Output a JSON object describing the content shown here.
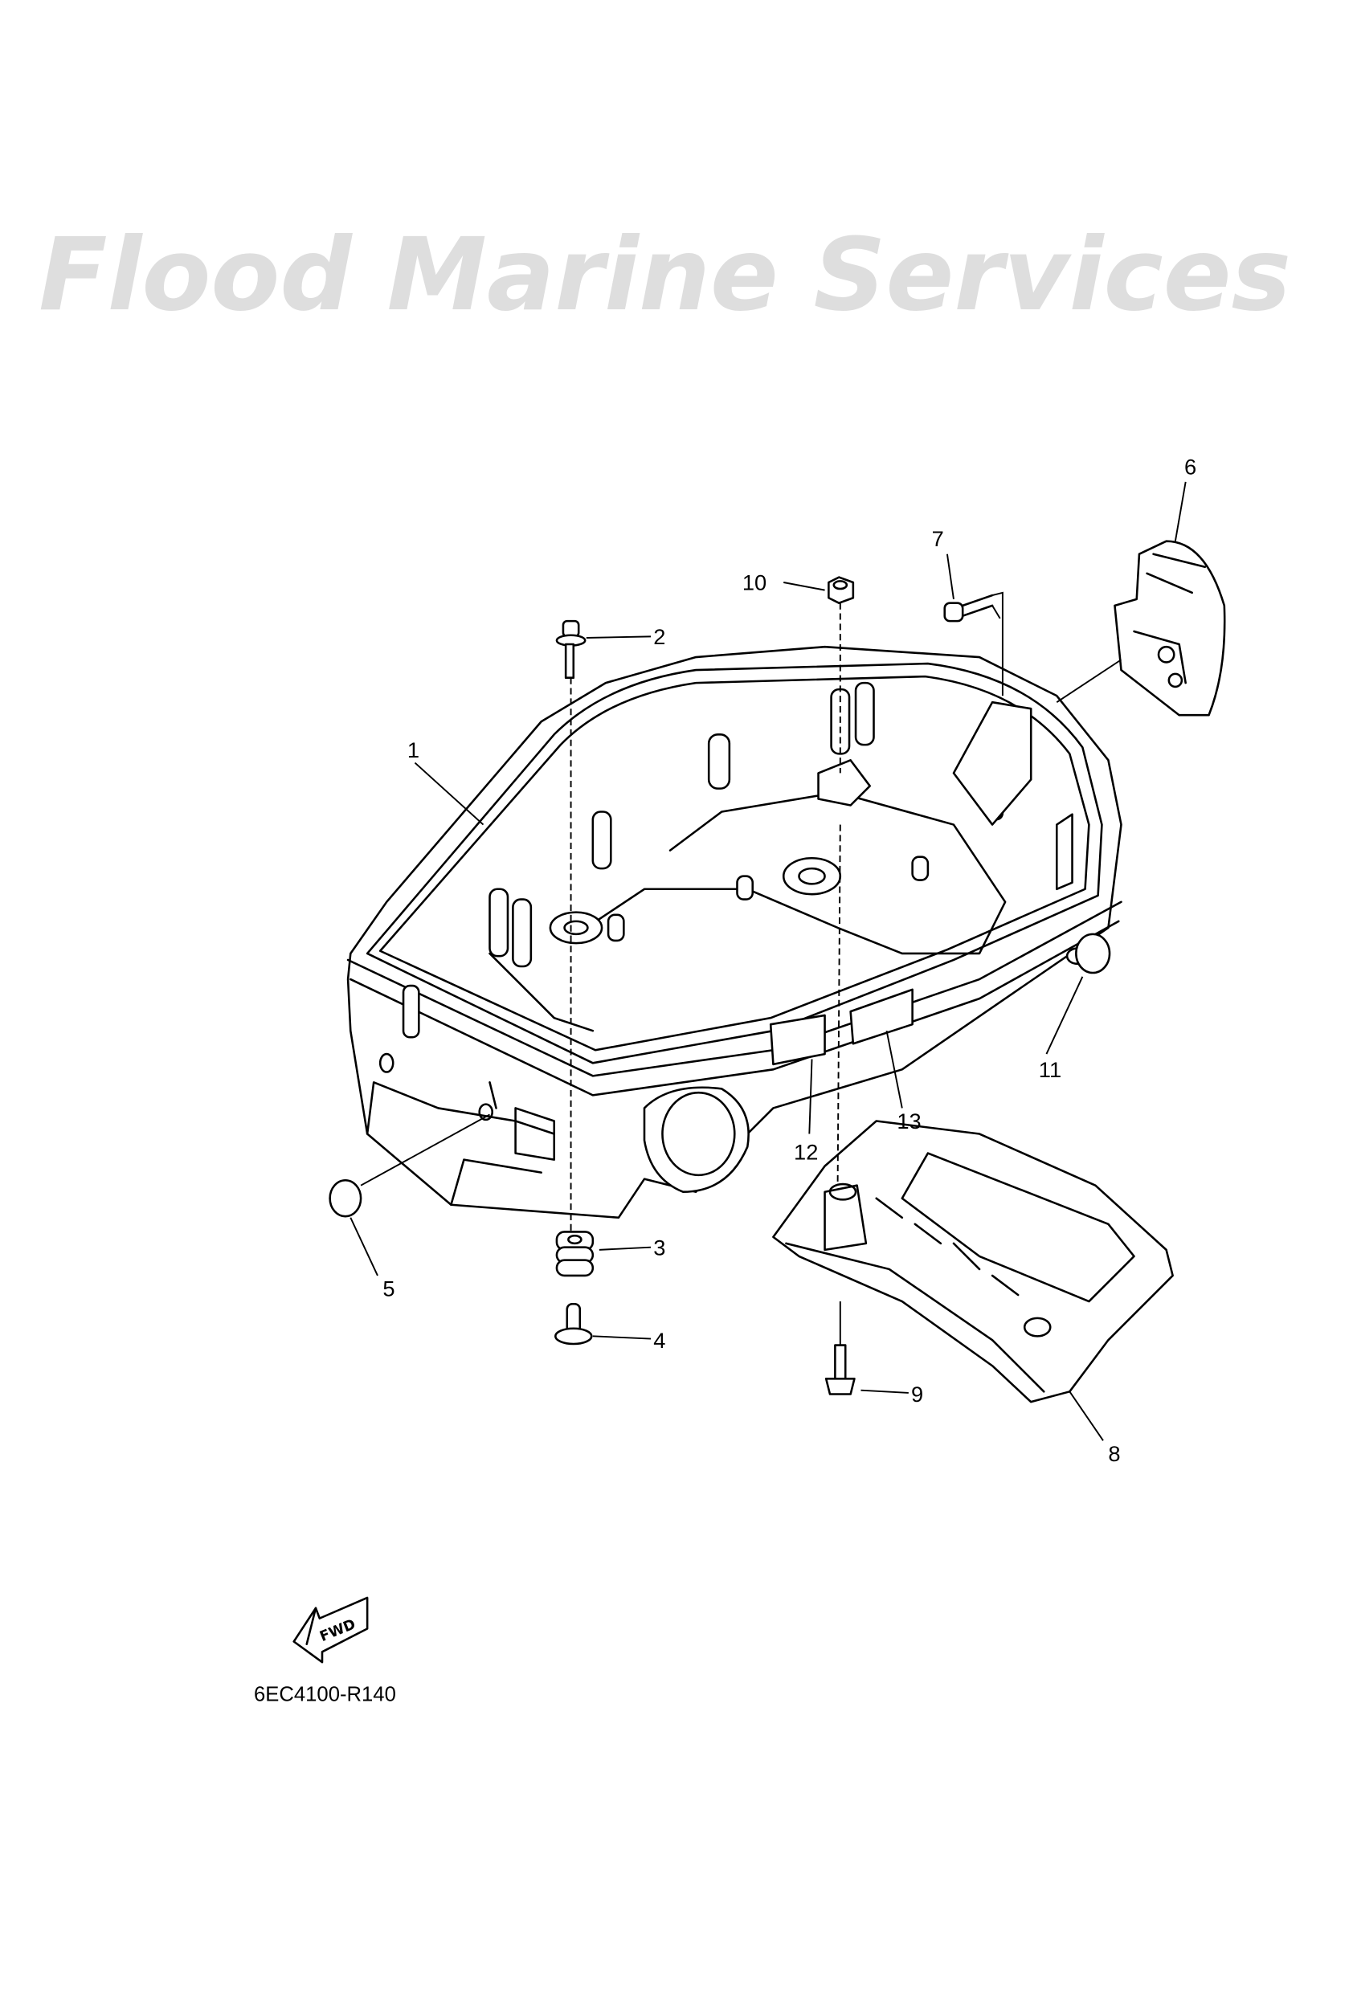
{
  "diagram": {
    "part_labels": [
      "1",
      "2",
      "3",
      "4",
      "5",
      "6",
      "7",
      "8",
      "9",
      "10",
      "11",
      "12",
      "13"
    ],
    "direction_marker": "FWD",
    "figure_code": "6EC4100-R140",
    "watermark": "Flood Marine Services"
  }
}
